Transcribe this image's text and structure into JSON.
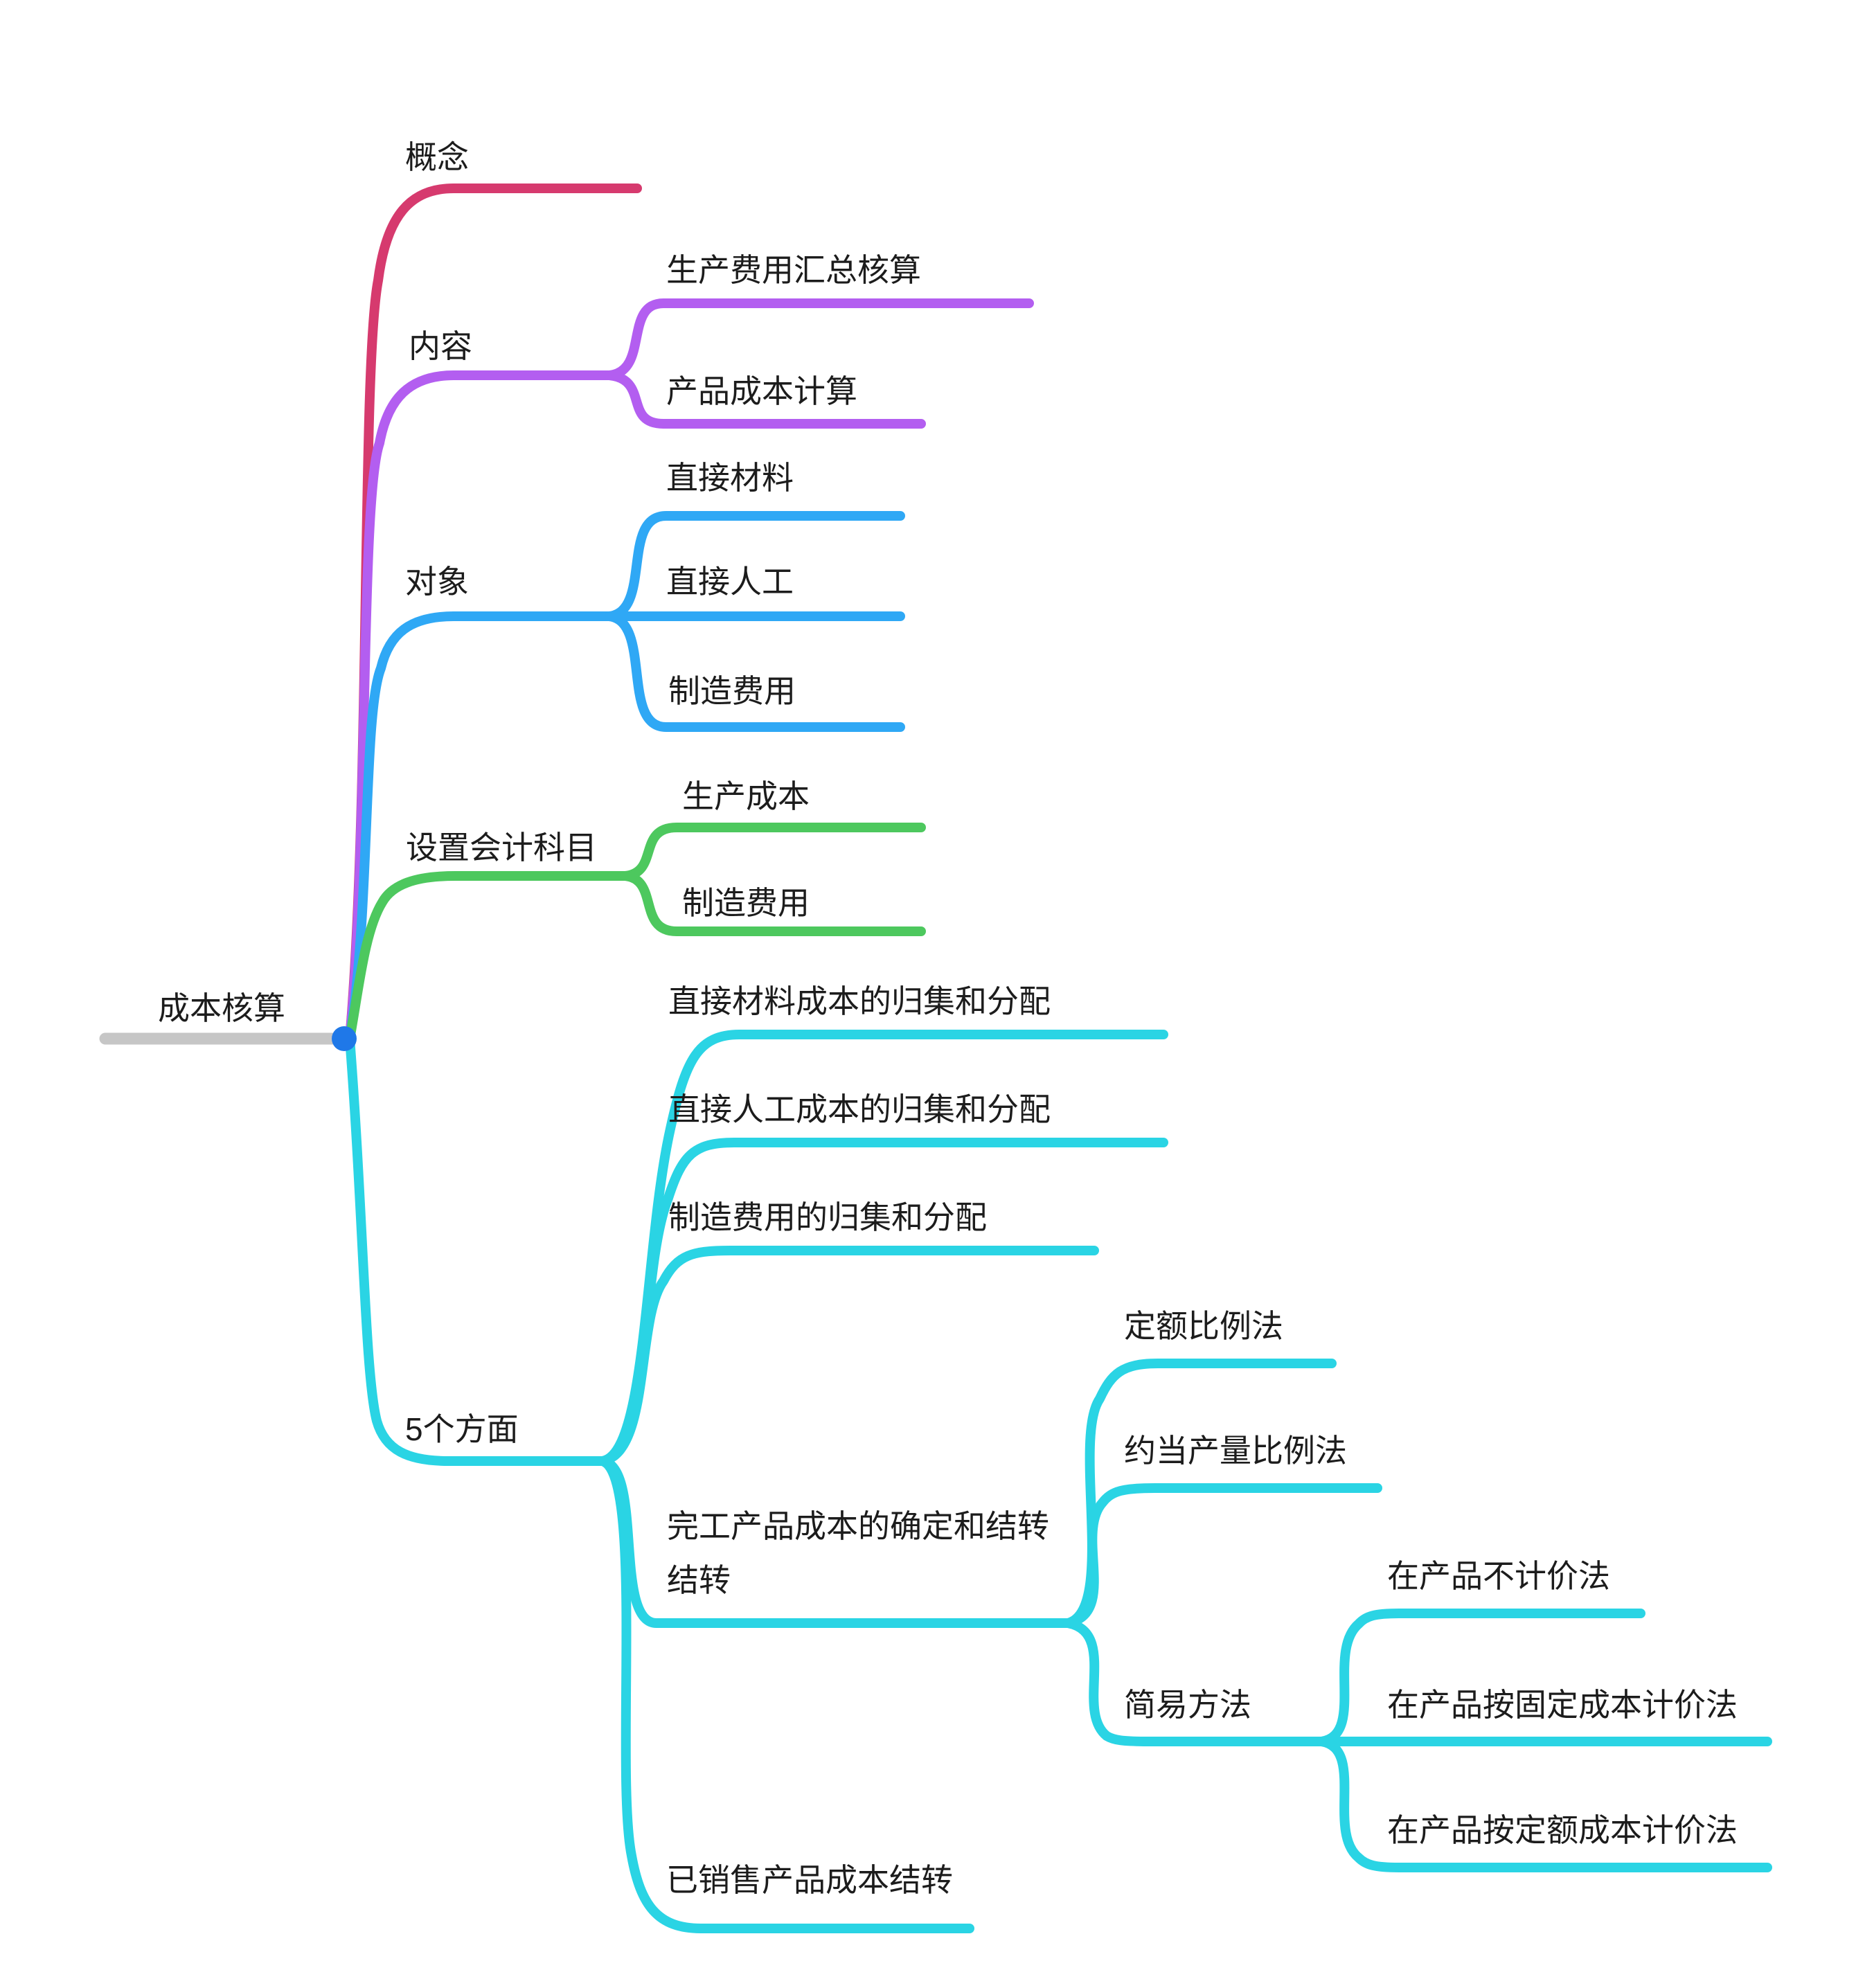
{
  "root": {
    "label": "成本核算"
  },
  "branches": [
    {
      "label": "概念",
      "children": []
    },
    {
      "label": "内容",
      "children": [
        {
          "label": "生产费用汇总核算"
        },
        {
          "label": "产品成本计算"
        }
      ]
    },
    {
      "label": "对象",
      "children": [
        {
          "label": "直接材料"
        },
        {
          "label": "直接人工"
        },
        {
          "label": "制造费用"
        }
      ]
    },
    {
      "label": "设置会计科目",
      "children": [
        {
          "label": "生产成本"
        },
        {
          "label": "制造费用"
        }
      ]
    },
    {
      "label": "5个方面",
      "children": [
        {
          "label": "直接材料成本的归集和分配"
        },
        {
          "label": "直接人工成本的归集和分配"
        },
        {
          "label": "制造费用的归集和分配"
        },
        {
          "label": "完工产品成本的确定和结转结转",
          "lines": [
            "完工产品成本的确定和结转",
            "结转"
          ],
          "children": [
            {
              "label": "定额比例法"
            },
            {
              "label": "约当产量比例法"
            },
            {
              "label": "简易方法",
              "children": [
                {
                  "label": "在产品不计价法"
                },
                {
                  "label": "在产品按固定成本计价法"
                },
                {
                  "label": "在产品按定额成本计价法"
                }
              ]
            }
          ]
        },
        {
          "label": "已销售产品成本结转"
        }
      ]
    }
  ],
  "colors": {
    "branch_concept": "#d63a6e",
    "branch_content": "#b35ef0",
    "branch_object": "#2fa8f5",
    "branch_accounts": "#4dc85e",
    "branch_aspects": "#2ad4e4",
    "root_line": "#c6c6c6",
    "root_dot": "#1f78e8",
    "text": "#1c1c1c"
  }
}
